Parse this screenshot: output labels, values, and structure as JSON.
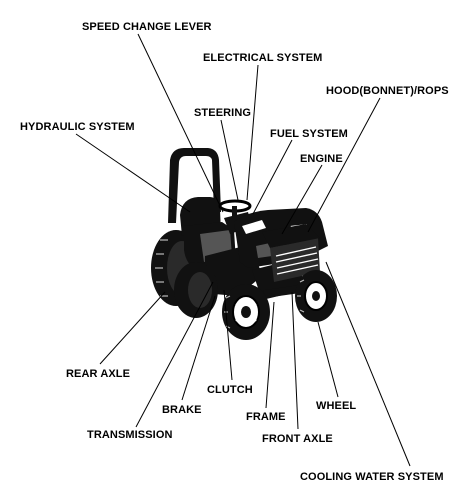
{
  "labels": {
    "speed_change_lever": "SPEED CHANGE LEVER",
    "electrical_system": "ELECTRICAL SYSTEM",
    "hood_rops": "HOOD(BONNET)/ROPS",
    "hydraulic_system": "HYDRAULIC SYSTEM",
    "steering": "STEERING",
    "fuel_system": "FUEL SYSTEM",
    "engine": "ENGINE",
    "rear_axle": "REAR AXLE",
    "clutch": "CLUTCH",
    "wheel": "WHEEL",
    "brake": "BRAKE",
    "frame": "FRAME",
    "transmission": "TRANSMISSION",
    "front_axle": "FRONT AXLE",
    "cooling_water_system": "COOLING WATER SYSTEM"
  }
}
